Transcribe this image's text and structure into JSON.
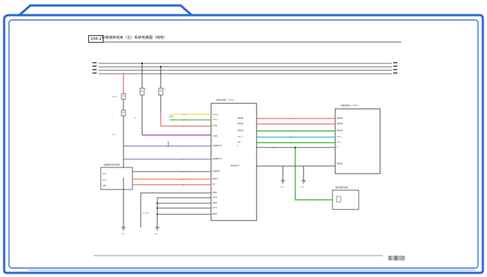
{
  "page": {
    "code": "104-1",
    "title": "对接接转线束（左）系统电路图（纯电）"
  },
  "colors": {
    "frame_blue": "#2f6bd0",
    "wire_red": "#e04040",
    "wire_purple": "#9b30d0",
    "wire_green": "#1fa51f",
    "wire_cyan": "#20b5d8",
    "wire_orange": "#f07a20",
    "wire_yellow": "#e8d200",
    "wire_black": "#1a1a1a",
    "wire_navy": "#2c2c9a"
  },
  "modules": {
    "center": {
      "name": "整车控制单元（VCU）"
    },
    "right": {
      "name": "电机控制单元（MCU）"
    },
    "left": {
      "name": "加速踏板位置传感器"
    },
    "small": {
      "name": "电机温度传感器"
    }
  },
  "grounds": [
    "G101",
    "G102",
    "G103",
    "G104"
  ]
}
